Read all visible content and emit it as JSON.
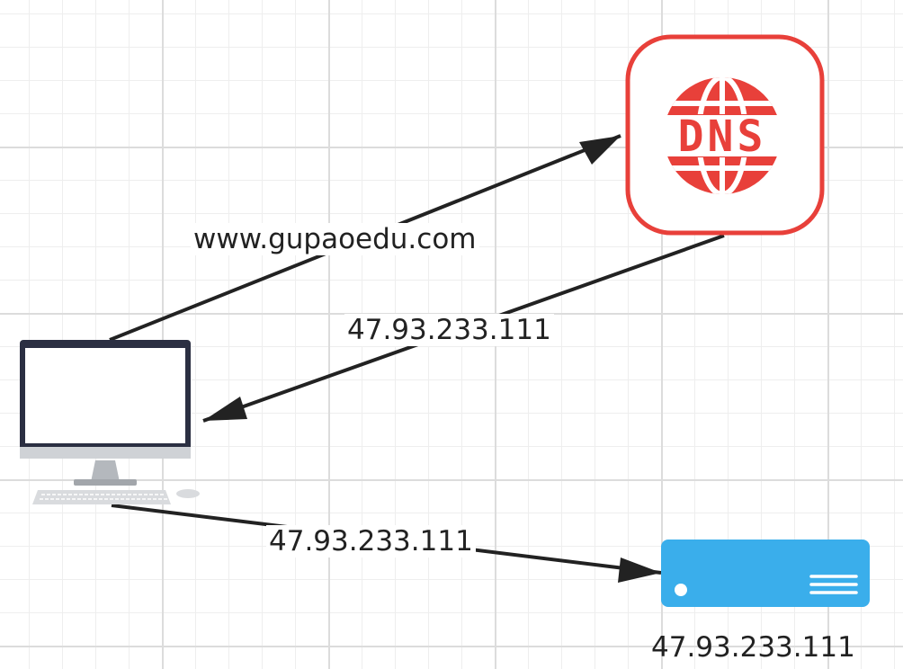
{
  "diagram": {
    "nodes": {
      "dns": {
        "text": "DNS",
        "color": "#e8403a"
      },
      "client": {
        "icon": "desktop-computer-icon"
      },
      "server": {
        "icon": "server-icon",
        "color": "#3aaeeb",
        "label": "47.93.233.111"
      }
    },
    "edges": {
      "query": {
        "from": "client",
        "to": "dns",
        "label": "www.gupaoedu.com"
      },
      "response": {
        "from": "dns",
        "to": "client",
        "label": "47.93.233.111"
      },
      "request": {
        "from": "client",
        "to": "server",
        "label": "47.93.233.111"
      }
    },
    "colors": {
      "arrow": "#222222",
      "grid": "#dcdcdc"
    }
  }
}
